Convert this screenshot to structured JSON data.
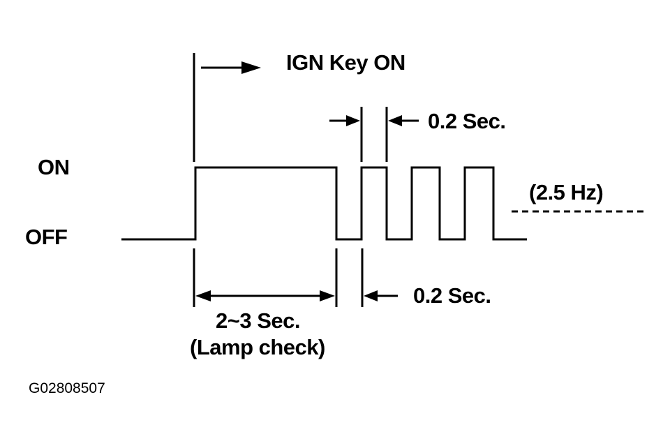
{
  "labels": {
    "ign_key_on": "IGN Key ON",
    "on": "ON",
    "off": "OFF",
    "top_interval": "0.2 Sec.",
    "frequency": "(2.5 Hz)",
    "bottom_interval": "0.2 Sec.",
    "lamp_check_duration": "2~3 Sec.",
    "lamp_check": "(Lamp check)",
    "figure_code": "G02808507"
  },
  "colors": {
    "ink": "#000000",
    "background": "#ffffff"
  }
}
